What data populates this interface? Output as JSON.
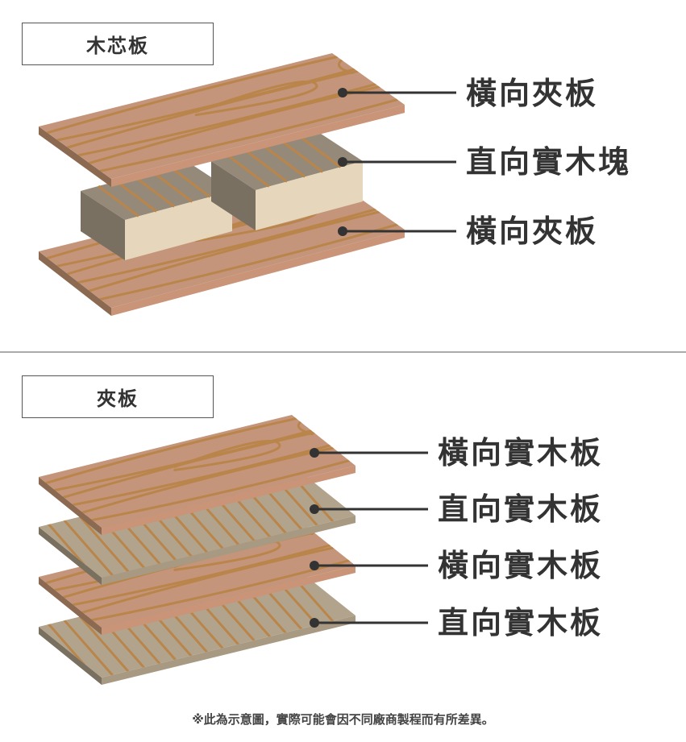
{
  "blockboard": {
    "title": "木芯板",
    "labels": [
      "橫向夾板",
      "直向實木塊",
      "橫向夾板"
    ]
  },
  "plywood": {
    "title": "夾板",
    "labels": [
      "橫向實木板",
      "直向實木板",
      "橫向實木板",
      "直向實木板"
    ]
  },
  "footnote": "※此為示意圖，實際可能會因不同廠商製程而有所差異。",
  "colors": {
    "board_top": "#c4957a",
    "board_front": "#c99478",
    "board_side": "#8c6a52",
    "grain": "#b9854a",
    "gray_top": "#b2a48c",
    "gray_front": "#a89a82",
    "gray_side": "#7a7060",
    "block_top": "#958a7a",
    "block_side": "#7a7062",
    "block_front": "#e6d6bc",
    "leader": "#333333"
  }
}
